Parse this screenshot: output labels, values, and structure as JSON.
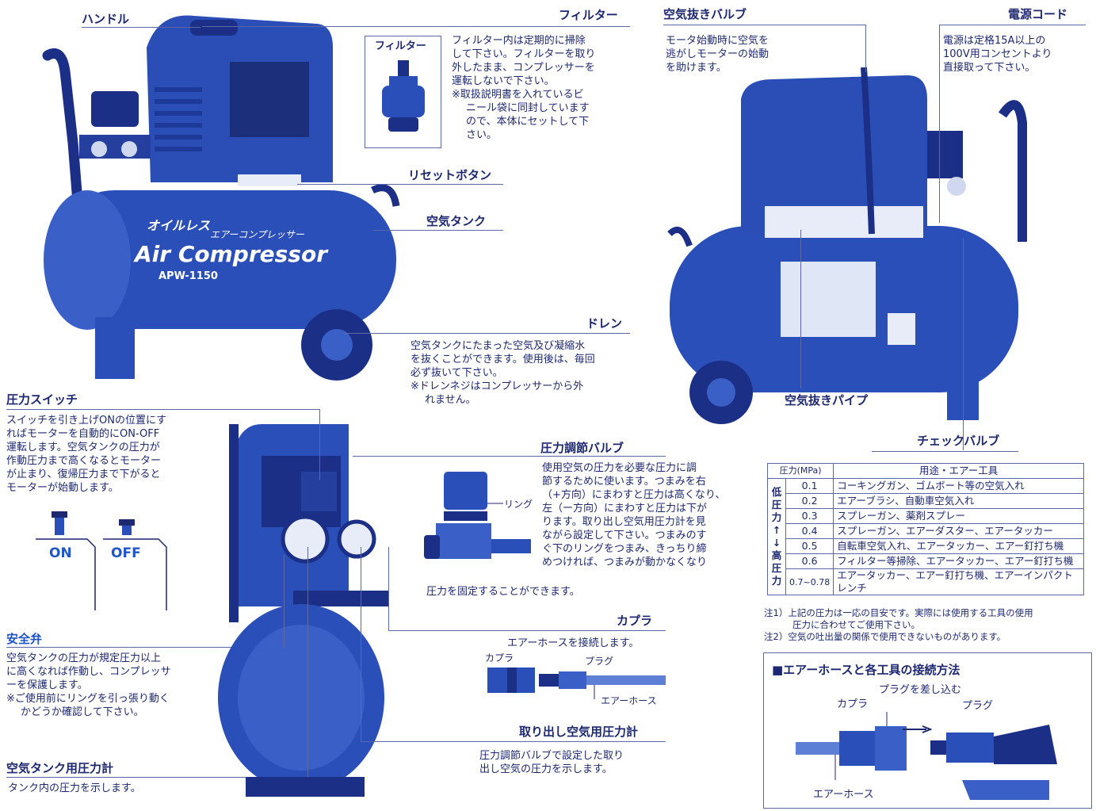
{
  "labels": {
    "handle": "ハンドル",
    "filter": "フィルター",
    "filter_inset": "フィルター",
    "reset_button": "リセットボタン",
    "air_tank": "空気タンク",
    "drain": "ドレン",
    "air_release_valve": "空気抜きバルブ",
    "power_cord": "電源コード",
    "air_release_pipe": "空気抜きパイプ",
    "check_valve": "チェックバルブ",
    "pressure_switch": "圧力スイッチ",
    "safety_valve": "安全弁",
    "tank_gauge": "空気タンク用圧力計",
    "regulator": "圧力調節バルブ",
    "ring": "リング",
    "coupler": "カプラ",
    "outlet_gauge": "取り出し空気用圧力計",
    "on": "ON",
    "off": "OFF"
  },
  "texts": {
    "filter": [
      "フィルター内は定期的に掃除",
      "して下さい。フィルターを取り",
      "外したまま、コンプレッサーを",
      "運転しないで下さい。",
      "※取扱説明書を入れているビ",
      "ニール袋に同封しています",
      "ので、本体にセットして下",
      "さい。"
    ],
    "drain": [
      "空気タンクにたまった空気及び凝縮水",
      "を抜くことができます。使用後は、毎回",
      "必ず抜いて下さい。",
      "※ドレンネジはコンプレッサーから外",
      "れません。"
    ],
    "air_release_valve": [
      "モータ始動時に空気を",
      "逃がしモーターの始動",
      "を助けます。"
    ],
    "power_cord": [
      "電源は定格15A以上の",
      "100V用コンセントより",
      "直接取って下さい。"
    ],
    "pressure_switch": [
      "スイッチを引き上げONの位置にす",
      "ればモーターを自動的にON-OFF",
      "運転します。空気タンクの圧力が",
      "作動圧力まで高くなるとモーター",
      "が止まり、復帰圧力まで下がると",
      "モーターが始動します。"
    ],
    "safety_valve": [
      "空気タンクの圧力が規定圧力以上",
      "に高くなれば作動し、コンプレッサ",
      "ーを保護します。",
      "※ご使用前にリングを引っ張り動く",
      "かどうか確認して下さい。"
    ],
    "tank_gauge": [
      "タンク内の圧力を示します。"
    ],
    "regulator": [
      "使用空気の圧力を必要な圧力に調",
      "節するために使います。つまみを右",
      "（+方向）にまわすと圧力は高くなり、",
      "左（ー方向）にまわすと圧力は下が",
      "ります。取り出し空気用圧力計を見",
      "ながら設定して下さい。つまみのす",
      "ぐ下のリングをつまみ、きっちり締",
      "めつければ、つまみが動かなくなり",
      "圧力を固定することができます。"
    ],
    "coupler": [
      "エアーホースを接続します。"
    ],
    "outlet_gauge": [
      "圧力調節バルブで設定した取り",
      "出し空気の圧力を示します。"
    ]
  },
  "product": {
    "brand": "オイルレス",
    "subtitle": "エアーコンプレッサー",
    "name": "Air Compressor",
    "model": "APW-1150"
  },
  "coupler_diagram": {
    "coupler": "カプラ",
    "plug": "プラグ",
    "hose": "エアーホース"
  },
  "table": {
    "header_pressure": "圧力(MPa)",
    "header_usage": "用途・エアー工具",
    "side_label": "低圧力↑↓高圧力",
    "rows": [
      {
        "p": "0.1",
        "u": "コーキングガン、ゴムボート等の空気入れ"
      },
      {
        "p": "0.2",
        "u": "エアーブラシ、自動車空気入れ"
      },
      {
        "p": "0.3",
        "u": "スプレーガン、薬剤スプレー"
      },
      {
        "p": "0.4",
        "u": "スプレーガン、エアーダスター、エアータッカー"
      },
      {
        "p": "0.5",
        "u": "自転車空気入れ、エアータッカー、エアー釘打ち機"
      },
      {
        "p": "0.6",
        "u": "フィルター等掃除、エアータッカー、エアー釘打ち機"
      },
      {
        "p": "0.7~0.78",
        "u": "エアータッカー、エアー釘打ち機、エアーインパクトレンチ"
      }
    ],
    "note1": "注1）上記の圧力は一応の目安です。実際には使用する工具の使用",
    "note1b": "圧力に合わせてご使用下さい。",
    "note2": "注2）空気の吐出量の関係で使用できないものがあります。"
  },
  "connection": {
    "title": "■エアーホースと各工具の接続方法",
    "insert": "プラグを差し込む",
    "coupler": "カプラ",
    "plug": "プラグ",
    "hose": "エアーホース"
  },
  "colors": {
    "ink": "#1d2870",
    "photo": "#2b4fb8",
    "photo_dark": "#1b2f86",
    "photo_light": "#5d7fd6"
  }
}
